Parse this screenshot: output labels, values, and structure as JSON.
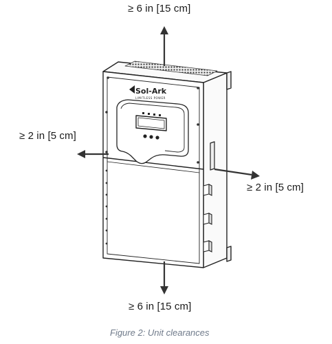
{
  "diagram": {
    "clearance_top": "≥ 6 in [15 cm]",
    "clearance_left": "≥ 2 in [5 cm]",
    "clearance_right": "≥ 2 in [5 cm]",
    "clearance_bottom": "≥ 6 in [15 cm]",
    "caption": "Figure 2: Unit clearances",
    "brand_logo_text": "Sol-Ark",
    "brand_tagline": "LIMITLESS POWER"
  }
}
